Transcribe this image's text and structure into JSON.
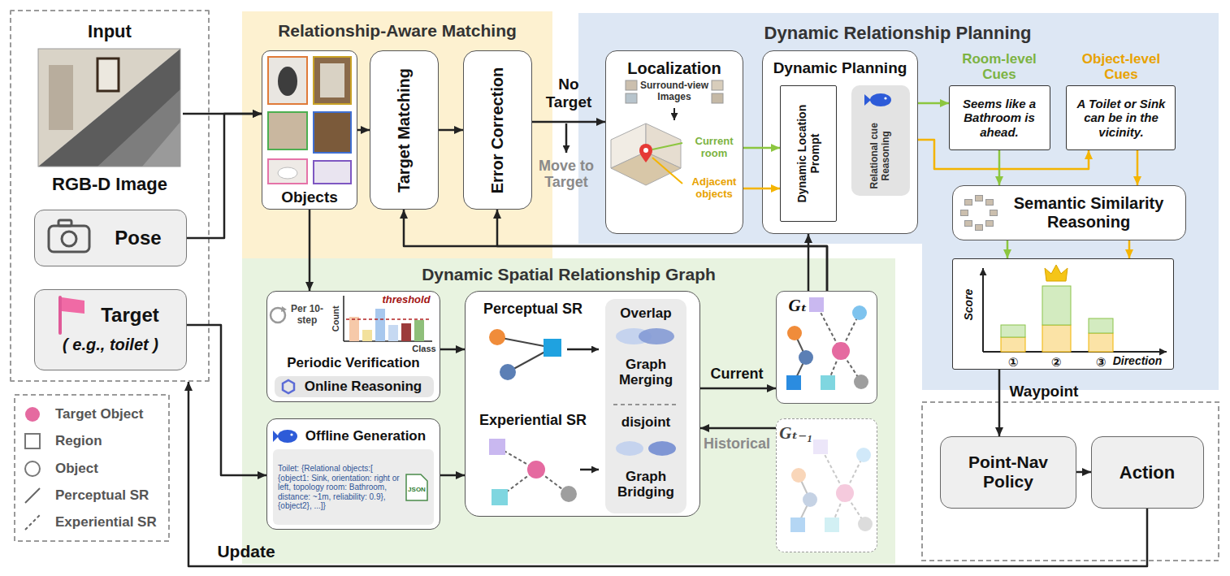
{
  "diagram": {
    "nodes": [
      {
        "text": [
          "Input"
        ]
      },
      {
        "text": [
          "RGB-D Image"
        ],
        "in": 0
      },
      {
        "text": [
          "Pose"
        ],
        "in": 0
      },
      {
        "text": [
          "Target",
          "( e.g., toilet )"
        ],
        "in": 0
      },
      {
        "text": [
          "Relationship-Aware Matching"
        ]
      },
      {
        "text": [
          "Objects"
        ],
        "in": 4
      },
      {
        "text": [
          "Target Matching"
        ],
        "in": 4
      },
      {
        "text": [
          "Error Correction"
        ],
        "in": 4
      },
      {
        "text": [
          "Dynamic Relationship Planning"
        ]
      },
      {
        "text": [
          "Localization",
          "Surround-view Images",
          "Current room",
          "Adjacent objects"
        ],
        "in": 8
      },
      {
        "text": [
          "Dynamic Planning"
        ],
        "in": 8
      },
      {
        "text": [
          "Dynamic Location Prompt"
        ],
        "in": 10
      },
      {
        "text": [
          "Relational cue Reasoning"
        ],
        "in": 10
      },
      {
        "text": [
          "Room-level Cues",
          "Seems like a Bathroom is ahead."
        ],
        "in": 8
      },
      {
        "text": [
          "Object-level Cues",
          "A Toilet or Sink can be in the vicinity."
        ],
        "in": 8
      },
      {
        "text": [
          "Semantic Similarity Reasoning"
        ],
        "in": 8
      },
      {
        "text": [
          "Score",
          "①",
          "②",
          "③",
          "Direction"
        ],
        "in": 8
      },
      {
        "text": [
          "Dynamic Spatial Relationship Graph"
        ]
      },
      {
        "text": [
          "Per 10-step",
          "Count",
          "threshold",
          "Class",
          "Periodic Verification",
          "Online Reasoning"
        ],
        "in": 17
      },
      {
        "text": [
          "Offline Generation",
          "Toilet: {Relational objects:[ {object1: Sink, orientation: right or left, topology room: Bathroom, distance: ~1m, reliability: 0.9}, {object2}, ...]}",
          "JSON"
        ],
        "in": 17
      },
      {
        "text": [
          "Perceptual SR",
          "Experiential SR"
        ],
        "in": 17
      },
      {
        "text": [
          "Overlap",
          "Graph Merging",
          "disjoint",
          "Graph Bridging"
        ],
        "in": 20
      },
      {
        "text": [
          "Gₜ"
        ],
        "in": 17
      },
      {
        "text": [
          "Gₜ₋₁"
        ],
        "in": 17
      },
      {
        "text": [
          "Point-Nav Policy"
        ]
      },
      {
        "text": [
          "Action"
        ]
      }
    ],
    "edges": [
      {
        "from": 1,
        "to": 5,
        "arrow": "to"
      },
      {
        "from": 2,
        "to": 5,
        "arrow": "to"
      },
      {
        "from": 5,
        "to": 6,
        "arrow": "to"
      },
      {
        "from": 6,
        "to": 7,
        "arrow": "to"
      },
      {
        "from": 7,
        "to": 9,
        "arrow": "to",
        "label": "No Target"
      },
      {
        "from": 5,
        "to": 18,
        "arrow": "to"
      },
      {
        "from": 3,
        "to": 19,
        "arrow": "to"
      },
      {
        "from": 18,
        "to": 20,
        "arrow": "to"
      },
      {
        "from": 19,
        "to": 20,
        "arrow": "to"
      },
      {
        "from": 20,
        "to": 22,
        "arrow": "to",
        "label": "Current"
      },
      {
        "from": 23,
        "to": 20,
        "arrow": "to",
        "label": "Historical"
      },
      {
        "from": 22,
        "to": 6,
        "arrow": "to"
      },
      {
        "from": 22,
        "to": 7,
        "arrow": "to"
      },
      {
        "from": 22,
        "to": 10,
        "arrow": "to"
      },
      {
        "from": 9,
        "to": 11,
        "arrow": "to"
      },
      {
        "from": 9,
        "to": 11,
        "arrow": "to"
      },
      {
        "from": 10,
        "to": 13,
        "arrow": "to"
      },
      {
        "from": 10,
        "to": 14,
        "arrow": "to"
      },
      {
        "from": 13,
        "to": 15,
        "arrow": "to"
      },
      {
        "from": 14,
        "to": 15,
        "arrow": "to"
      },
      {
        "from": 15,
        "to": 16,
        "arrow": "to"
      },
      {
        "from": 15,
        "to": 16,
        "arrow": "to"
      },
      {
        "from": 16,
        "to": 24,
        "arrow": "to",
        "label": "Waypoint"
      },
      {
        "from": 24,
        "to": 25,
        "arrow": "to"
      },
      {
        "from": 25,
        "to": 0,
        "arrow": "to",
        "label": "Update"
      }
    ],
    "labels": [
      "Move to Target"
    ],
    "legend": [
      {
        "text": "Target Object",
        "color": "#e56aa0"
      },
      {
        "text": "Region"
      },
      {
        "text": "Object"
      },
      {
        "text": "Perceptual SR"
      },
      {
        "text": "Experiential SR"
      }
    ]
  }
}
